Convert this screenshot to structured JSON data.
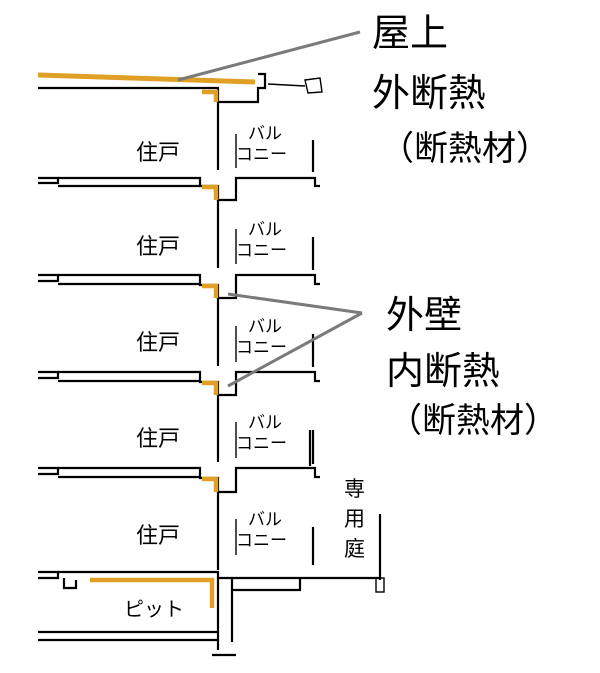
{
  "labels": {
    "roof": "屋上",
    "roof_method": "外断熱",
    "roof_material": "（断熱材）",
    "wall": "外壁",
    "wall_method": "内断熱",
    "wall_material": "（断熱材）",
    "unit": "住戸",
    "balcony_line1": "バル",
    "balcony_line2": "コニー",
    "garden_1": "専",
    "garden_2": "用",
    "garden_3": "庭",
    "pit": "ピット"
  },
  "colors": {
    "insulation": "#e0a025",
    "leader": "#7a7a7a",
    "structure": "#000000"
  }
}
